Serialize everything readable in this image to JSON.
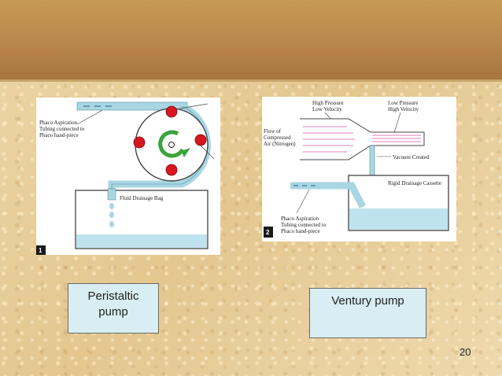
{
  "slide": {
    "page_number": "20",
    "colors": {
      "header": "#b8844b",
      "fluid": "#bfe3ee",
      "tube": "#a9d6e3",
      "roller": "#d8161f",
      "arrow": "#3aa33a"
    }
  },
  "figure1": {
    "badge": "1",
    "tubing_label": [
      "Phaco Aspiration",
      "Tubing connected to",
      "Phaco hand-piece"
    ],
    "bag_label": "Fluid Drainage Bag"
  },
  "figure2": {
    "badge": "2",
    "high_pressure": [
      "High Pressure",
      "Low Velocity"
    ],
    "low_pressure": [
      "Low Pressure",
      "High Velocity"
    ],
    "flow_label": [
      "Flow of",
      "Compressed",
      "Air (Nitrogen)"
    ],
    "vacuum_label": "Vacuum Created",
    "cassette_label": "Rigid Drainage Cassette",
    "tubing_label": [
      "Phaco Aspiration",
      "Tubing connected to",
      "Phaco hand-piece"
    ]
  },
  "labels": {
    "peristaltic": [
      "Peristaltic",
      "pump"
    ],
    "ventury": "Ventury pump"
  }
}
